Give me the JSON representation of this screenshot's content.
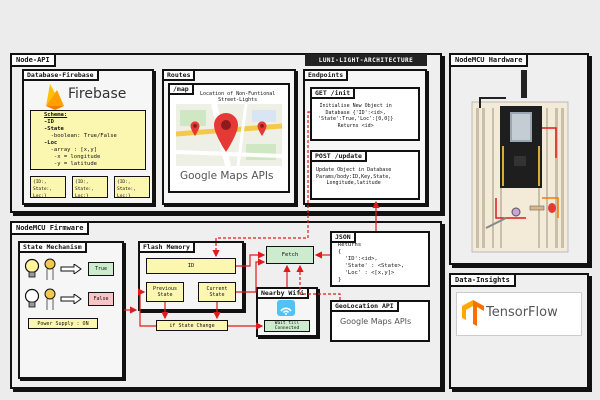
{
  "node_api": {
    "title": "Node-API",
    "banner": "LUNI-LIGHT-ARCHITECTURE",
    "database": {
      "title": "Database-Firebase",
      "logo_text": "Firebase",
      "schema_lines": [
        "Schema:",
        "-ID",
        "-State",
        "  -boolean: True/False",
        "-Loc",
        "  -array : [x,y]",
        "   -x = longitude",
        "   -y = latitude"
      ],
      "records": [
        "{ID:,\nState:,\nLoc:}",
        "{ID:,\nState:,\nLoc:}",
        "{ID:,\nState:,\nLoc:}"
      ]
    },
    "routes": {
      "title": "Routes",
      "map_label": "/map",
      "map_caption": "Location of Non-Funtional\nStreet-Lights",
      "maps_brand": "Google Maps APIs"
    },
    "endpoints": {
      "title": "Endpoints",
      "init_label": "GET /init",
      "init_text": "Initialise New Object in\nDatabase {'ID':<id>,\n'State':True,'Loc':[0,0]}\nReturns <id>",
      "update_label": "POST /update",
      "update_text": "Update Object in Database\nParams/body:ID,Key,State,\nLongitude,latitude"
    }
  },
  "hardware": {
    "title": "NodeMCU Hardware"
  },
  "firmware": {
    "title": "NodeMCU Firmware",
    "state": {
      "title": "State Mechanism",
      "true_label": "True",
      "false_label": "False",
      "power_label": "Power Supply : ON"
    },
    "flash": {
      "title": "Flash Memory",
      "id_label": "ID",
      "prev_label": "Previous\nState",
      "curr_label": "Current\nState",
      "change_label": "if State Change"
    },
    "fetch_label": "Fetch",
    "json": {
      "title": "JSON",
      "text": "Returns\n{\n  'ID':<id>,\n  'State' : <State>,\n  'Loc' : <[x,y]>\n}"
    },
    "wifi": {
      "title": "Nearby Wifi",
      "wait_label": "Wait till\nConnected"
    },
    "geo": {
      "title": "GeoLocation API",
      "brand": "Google Maps APIs"
    }
  },
  "insights": {
    "title": "Data-Insights",
    "brand": "TensorFlow"
  },
  "colors": {
    "firebase_orange": "#f5a623",
    "pin_red": "#e53935",
    "box_yellow": "#fbf6b0",
    "box_green": "#cdebcd",
    "box_red": "#f7c5c5",
    "tf_orange": "#f57c00",
    "wire_red": "#e01b1b"
  }
}
